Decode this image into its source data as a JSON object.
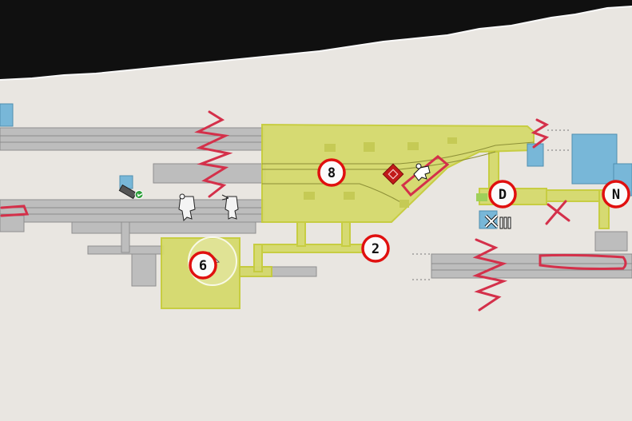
{
  "map": {
    "markers": [
      {
        "id": "marker-8",
        "label": "8"
      },
      {
        "id": "marker-2",
        "label": "2"
      },
      {
        "id": "marker-6",
        "label": "6"
      },
      {
        "id": "marker-d",
        "label": "D"
      },
      {
        "id": "marker-n",
        "label": "N"
      }
    ],
    "icons": [
      "fuse-box-icon",
      "repair-tools-icon",
      "objective-diamond-icon",
      "player-arrow-icon",
      "infected-icon",
      "survivor-icon"
    ],
    "colors": {
      "paper": "#e9e6e1",
      "ink": "#111111",
      "explored_area": "#d6da6d",
      "explored_outline": "#c6cc3a",
      "corridor": "#bdbdbd",
      "rooms_blue": "#78b7d8",
      "marker_ring": "#e0100f",
      "scribble": "#d4304a"
    }
  }
}
